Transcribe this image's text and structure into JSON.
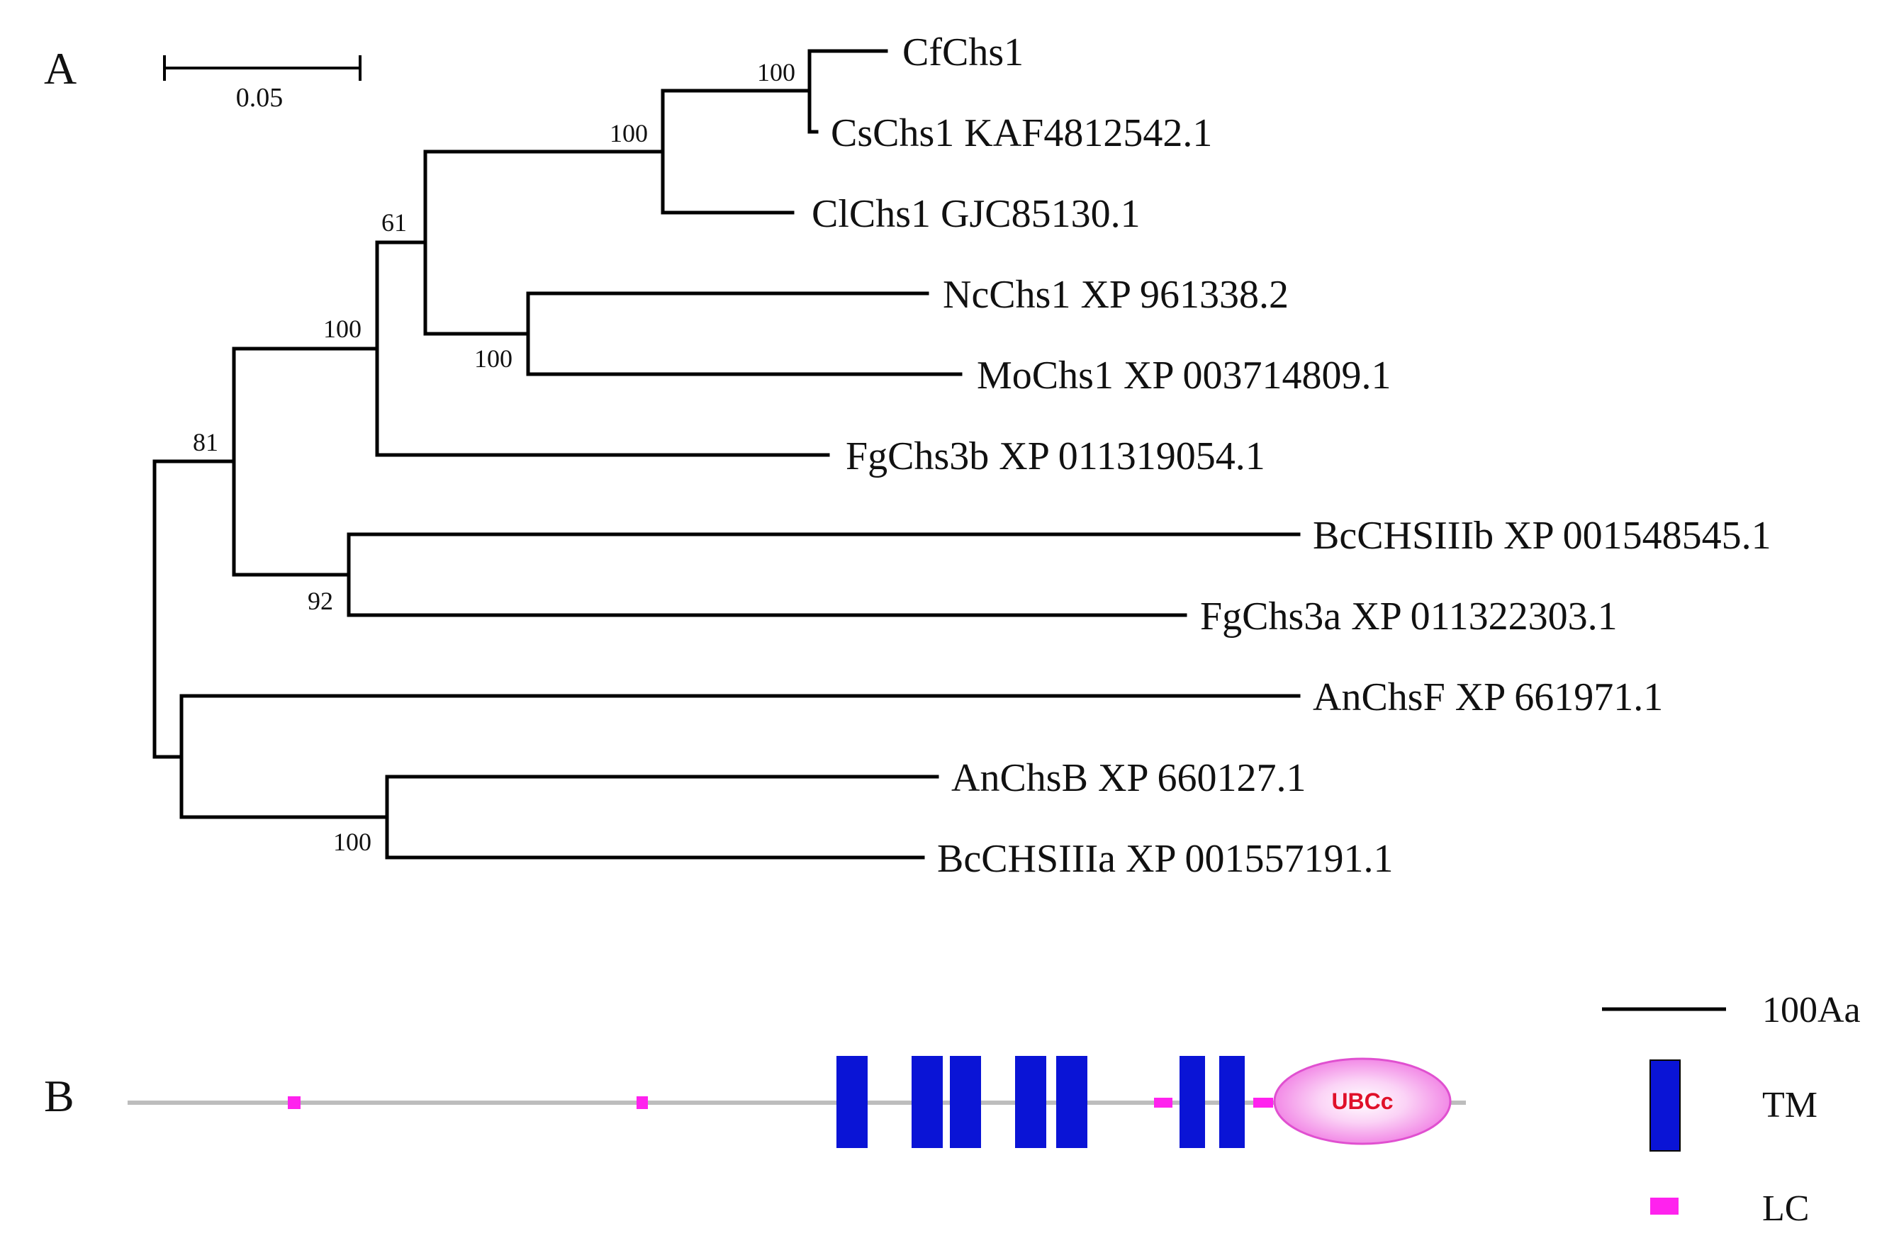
{
  "panel_a": {
    "label": "A",
    "scale_bar": "0.05",
    "taxa": [
      "CfChs1",
      "CsChs1 KAF4812542.1",
      "ClChs1 GJC85130.1",
      "NcChs1 XP 961338.2",
      "MoChs1 XP 003714809.1",
      "FgChs3b XP 011319054.1",
      "BcCHSIIIb XP 001548545.1",
      "FgChs3a XP 011322303.1",
      "AnChsF XP 661971.1",
      "AnChsB XP 660127.1",
      "BcCHSIIIa XP 001557191.1"
    ],
    "bootstrap": [
      "100",
      "100",
      "61",
      "100",
      "100",
      "81",
      "92",
      "100"
    ]
  },
  "panel_b": {
    "label": "B",
    "domain_label": "UBCc",
    "legend": {
      "scale": "100Aa",
      "tm": "TM",
      "lc": "LC"
    },
    "colors": {
      "tm": "#0a14d6",
      "lc": "#ff22ee",
      "ubcc_fill": "#f7b4f0",
      "ubcc_stroke": "#e050d0",
      "ubcc_text": "#e0102a",
      "backbone": "#bdbdbd"
    }
  }
}
